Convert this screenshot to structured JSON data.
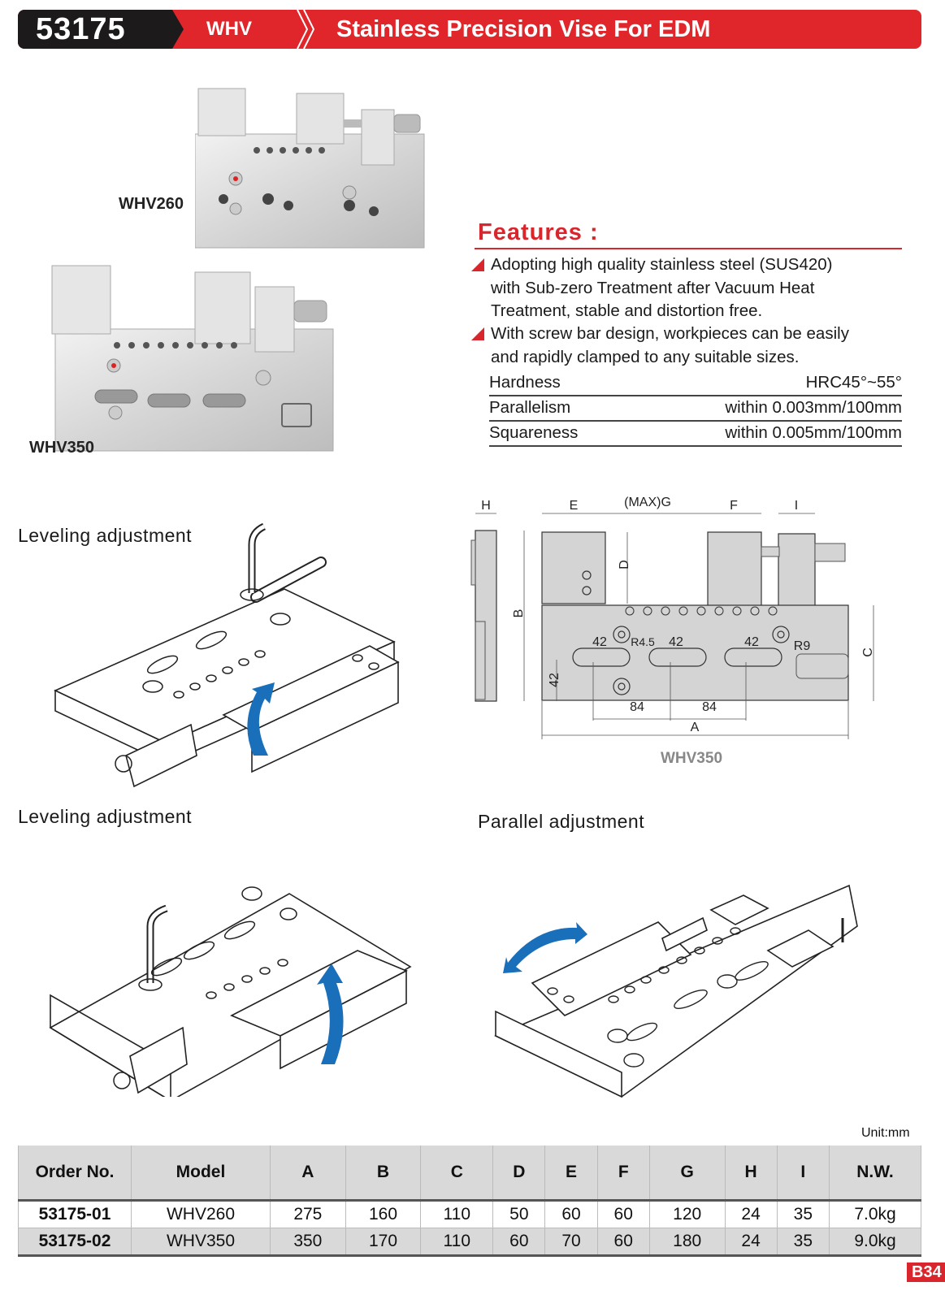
{
  "header": {
    "catalog_code": "53175",
    "series": "WHV",
    "title": "Stainless Precision Vise For EDM",
    "brand_color": "#e0262b",
    "dark_color": "#1c1a1a"
  },
  "photos": [
    {
      "label": "WHV260"
    },
    {
      "label": "WHV350"
    }
  ],
  "features": {
    "title": "Features :",
    "items": [
      {
        "lines": [
          "Adopting high quality stainless steel (SUS420)",
          "with Sub-zero Treatment after Vacuum Heat",
          "Treatment, stable and distortion free."
        ]
      },
      {
        "lines": [
          "With screw bar design, workpieces can be easily",
          "and rapidly clamped to any suitable sizes."
        ]
      }
    ],
    "specs": [
      {
        "key": "Hardness",
        "value": "HRC45°~55°"
      },
      {
        "key": "Parallelism",
        "value": "within 0.003mm/100mm"
      },
      {
        "key": "Squareness",
        "value": "within 0.005mm/100mm"
      }
    ]
  },
  "drawing": {
    "caption": "WHV350",
    "labels": {
      "H": "H",
      "E": "E",
      "G": "(MAX)G",
      "F": "F",
      "I": "I",
      "D": "D",
      "B": "B",
      "C": "C",
      "A": "A",
      "slot1": "42",
      "slot2": "42",
      "slot3": "42",
      "r45": "R4.5",
      "r9": "R9",
      "v42": "42",
      "pitch1": "84",
      "pitch2": "84"
    }
  },
  "illustrations": [
    {
      "title": "Leveling adjustment"
    },
    {
      "title": "Leveling adjustment"
    },
    {
      "title": "Parallel adjustment"
    }
  ],
  "table": {
    "unit": "Unit:mm",
    "headers": [
      "Order No.",
      "Model",
      "A",
      "B",
      "C",
      "D",
      "E",
      "F",
      "G",
      "H",
      "I",
      "N.W."
    ],
    "rows": [
      [
        "53175-01",
        "WHV260",
        "275",
        "160",
        "110",
        "50",
        "60",
        "60",
        "120",
        "24",
        "35",
        "7.0kg"
      ],
      [
        "53175-02",
        "WHV350",
        "350",
        "170",
        "110",
        "60",
        "70",
        "60",
        "180",
        "24",
        "35",
        "9.0kg"
      ]
    ]
  },
  "page_number": "B34",
  "accent_blue": "#1a6fba"
}
